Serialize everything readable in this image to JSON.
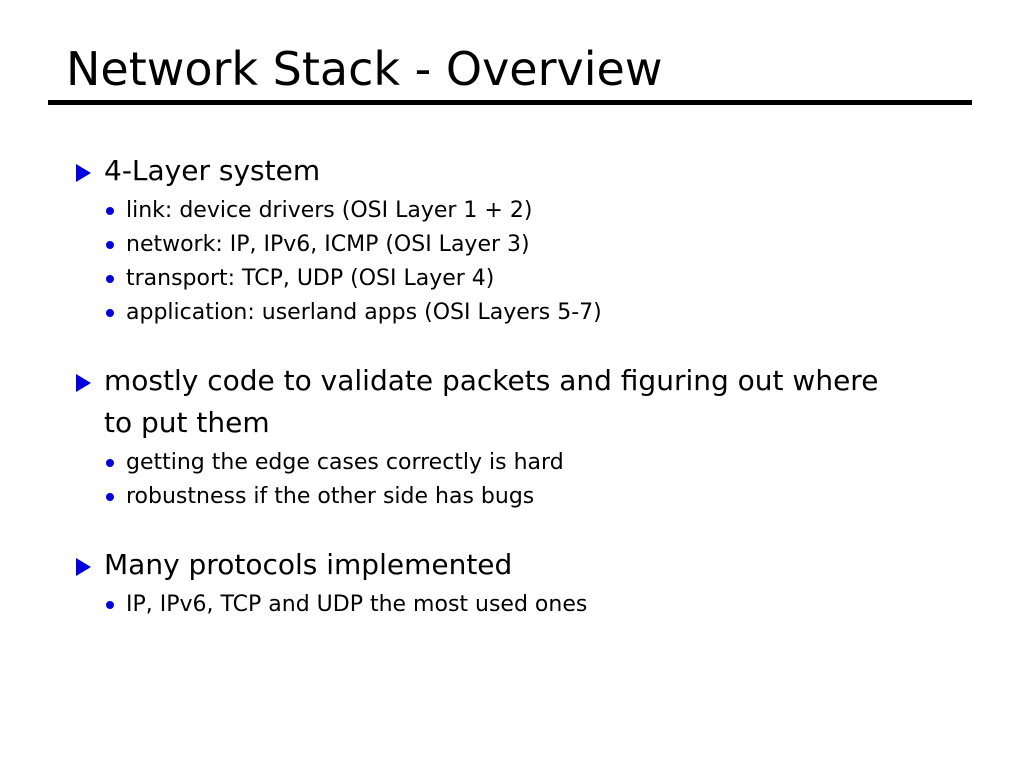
{
  "slide": {
    "title": "Network Stack - Overview",
    "background_color": "#ffffff",
    "text_color": "#000000",
    "bullet_color": "#0000dd",
    "level1_bullet_icon": "triangle-right-icon",
    "level2_bullet_icon": "dot-icon",
    "groups": [
      {
        "heading": "4-Layer system",
        "items": [
          "link: device drivers (OSI Layer 1 + 2)",
          "network: IP, IPv6, ICMP (OSI Layer 3)",
          "transport: TCP, UDP (OSI Layer 4)",
          "application: userland apps (OSI Layers 5-7)"
        ]
      },
      {
        "heading": "mostly code to validate packets and figuring out where to put them",
        "items": [
          "getting the edge cases correctly is hard",
          "robustness if the other side has bugs"
        ]
      },
      {
        "heading": "Many protocols implemented",
        "items": [
          "IP, IPv6, TCP and UDP the most used ones"
        ]
      }
    ]
  }
}
